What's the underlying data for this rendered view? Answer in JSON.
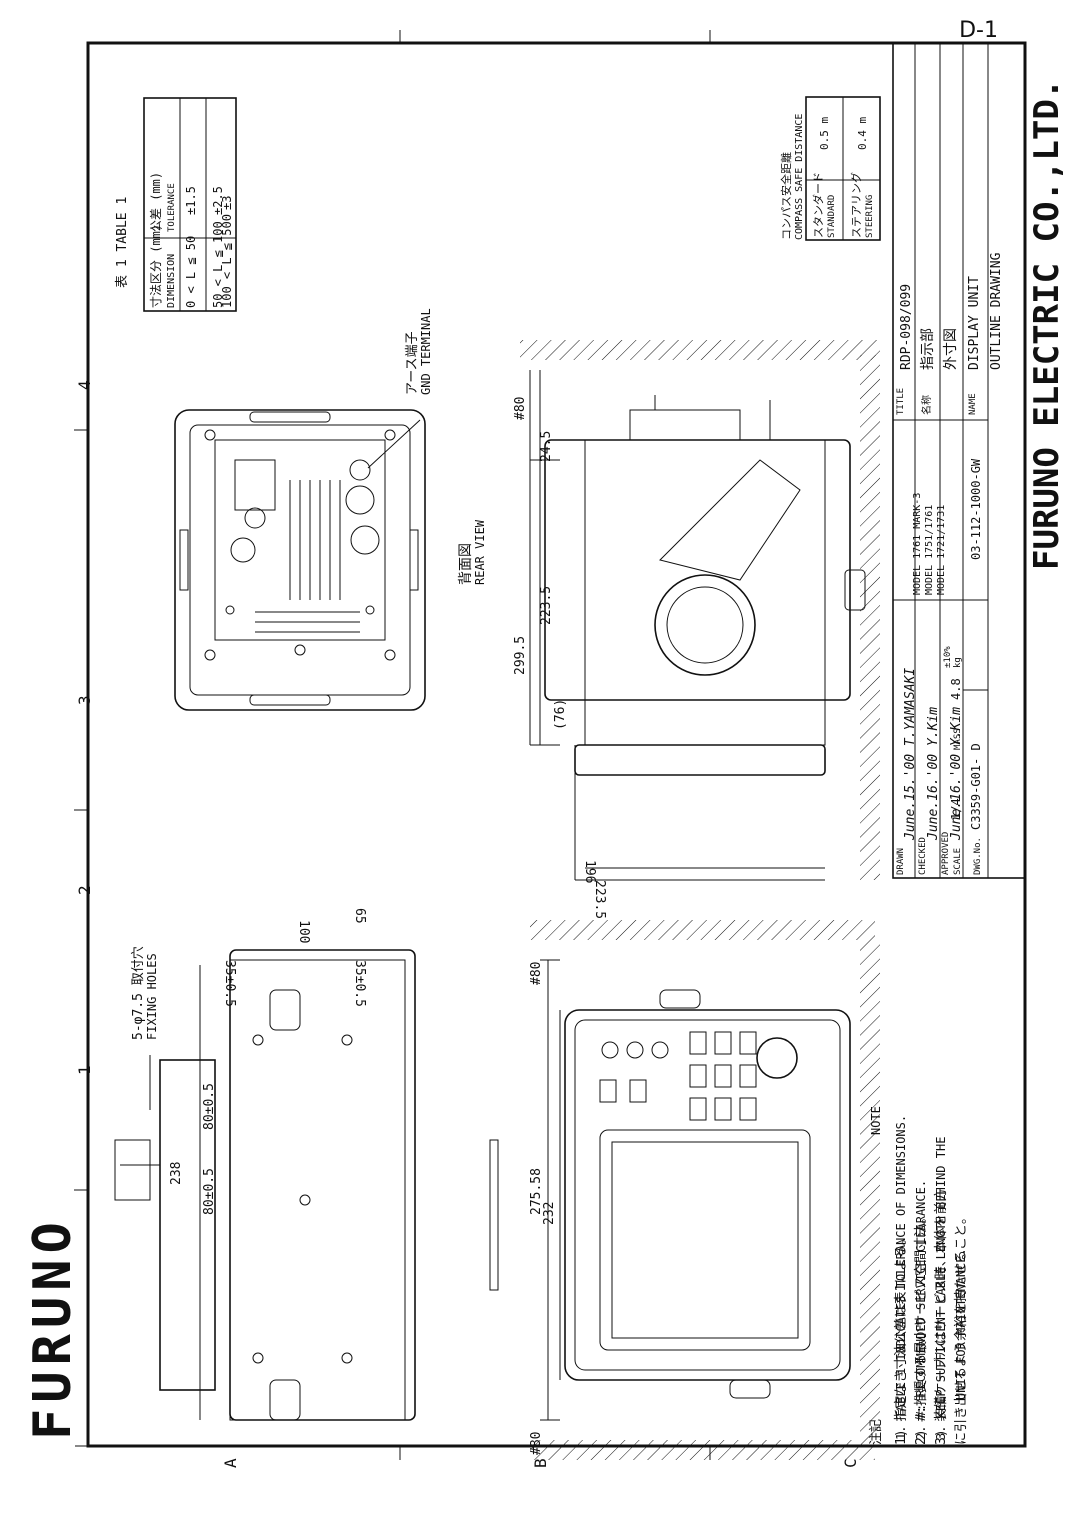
{
  "page_number": "D-1",
  "brand_logo_text": "FURUNO",
  "company_name": "FURUNO ELECTRIC CO.,LTD.",
  "grid": {
    "cols": [
      "1",
      "2",
      "3",
      "4"
    ],
    "rows": [
      "A",
      "B",
      "C"
    ]
  },
  "tolerance_table": {
    "title": "表 1 TABLE 1",
    "col1_header_jp": "寸法区分 (mm)",
    "col1_header_en": "DIMENSION",
    "col2_header_jp": "公差 (mm)",
    "col2_header_en": "TOLERANCE",
    "rows": [
      {
        "range": "0 < L ≦  50",
        "tol": "±1.5"
      },
      {
        "range": "50 < L ≦ 100",
        "tol": "±2.5"
      },
      {
        "range": "100 < L ≦ 500",
        "tol": "±3"
      }
    ]
  },
  "compass_table": {
    "title_jp": "コンパス安全距離",
    "title_en": "COMPASS SAFE DISTANCE",
    "rows": [
      {
        "name_jp": "スタンダード",
        "name_en": "STANDARD",
        "value": "0.5 m"
      },
      {
        "name_jp": "ステアリング",
        "name_en": "STEERING",
        "value": "0.4 m"
      }
    ]
  },
  "gnd_label_jp": "アース端子",
  "gnd_label_en": "GND TERMINAL",
  "rear_view_jp": "背面図",
  "rear_view_en": "REAR VIEW",
  "fixing_holes_jp": "5-φ7.5 取付穴",
  "fixing_holes_en": "FIXING HOLES",
  "dims": {
    "d238": "238",
    "d80a": "80±0.5",
    "d80b": "80±0.5",
    "d35a": "35±0.5",
    "d35b": "35±0.5",
    "d100": "100",
    "d65": "65",
    "d275": "275.58",
    "d232": "232",
    "d80c": "#80",
    "d80d": "#80",
    "d80e": "#80",
    "d196": "196",
    "d223a": "223.5",
    "d76": "(76)",
    "d299": "299.5",
    "d223b": "223.5",
    "d24": "24.5"
  },
  "notes_jp": {
    "title": "注記",
    "n1": "1) 指定なき寸法公差は表1による。",
    "n2": "2) #:推奨する最小サービス空間寸法。",
    "n3": "3) 装備ケーブルはサービス時、本体を前方",
    "n3b": "に引き出せるよう余裕を持たせること。"
  },
  "notes_en": {
    "title": "NOTE",
    "n1": "1. TABLE 1 INDICATES TOLERANCE OF DIMENSIONS.",
    "n2": "2. #: RECOMMENDED SERVICE CLEARANCE.",
    "n3": "3. KEEP SUFFICIENT CABLE LENGTH BEHIND THE",
    "n3b": "UNIT FOR MAINTENANCE."
  },
  "title_block": {
    "drawn_label": "DRAWN",
    "drawn_sig": "June.15.'00 T.YAMASAKI",
    "checked_label": "CHECKED",
    "checked_sig": "June.16.'00 Y.Kim",
    "approved_label": "APPROVED",
    "approved_sig": "June.16.'00 Y.Kim",
    "scale_label": "SCALE",
    "scale": "1/4",
    "mass_label": "MASS",
    "mass": "4.8",
    "mass_unit": "kg",
    "mass_tol": "±10%",
    "dwg_label": "DWG.No.",
    "dwg_no": "C3359-G01- D",
    "ref_no": "03-112-1000-GW",
    "models": [
      "MODEL 1761 MARK-3",
      "MODEL 1751/1761",
      "MODEL 1721/1731"
    ],
    "title_label": "TITLE",
    "title": "RDP-098/099",
    "name_label_jp": "名称",
    "name_jp_1": "指示部",
    "name_jp_2": "外寸図",
    "name_label": "NAME",
    "name_en_1": "DISPLAY UNIT",
    "name_en_2": "OUTLINE DRAWING"
  }
}
